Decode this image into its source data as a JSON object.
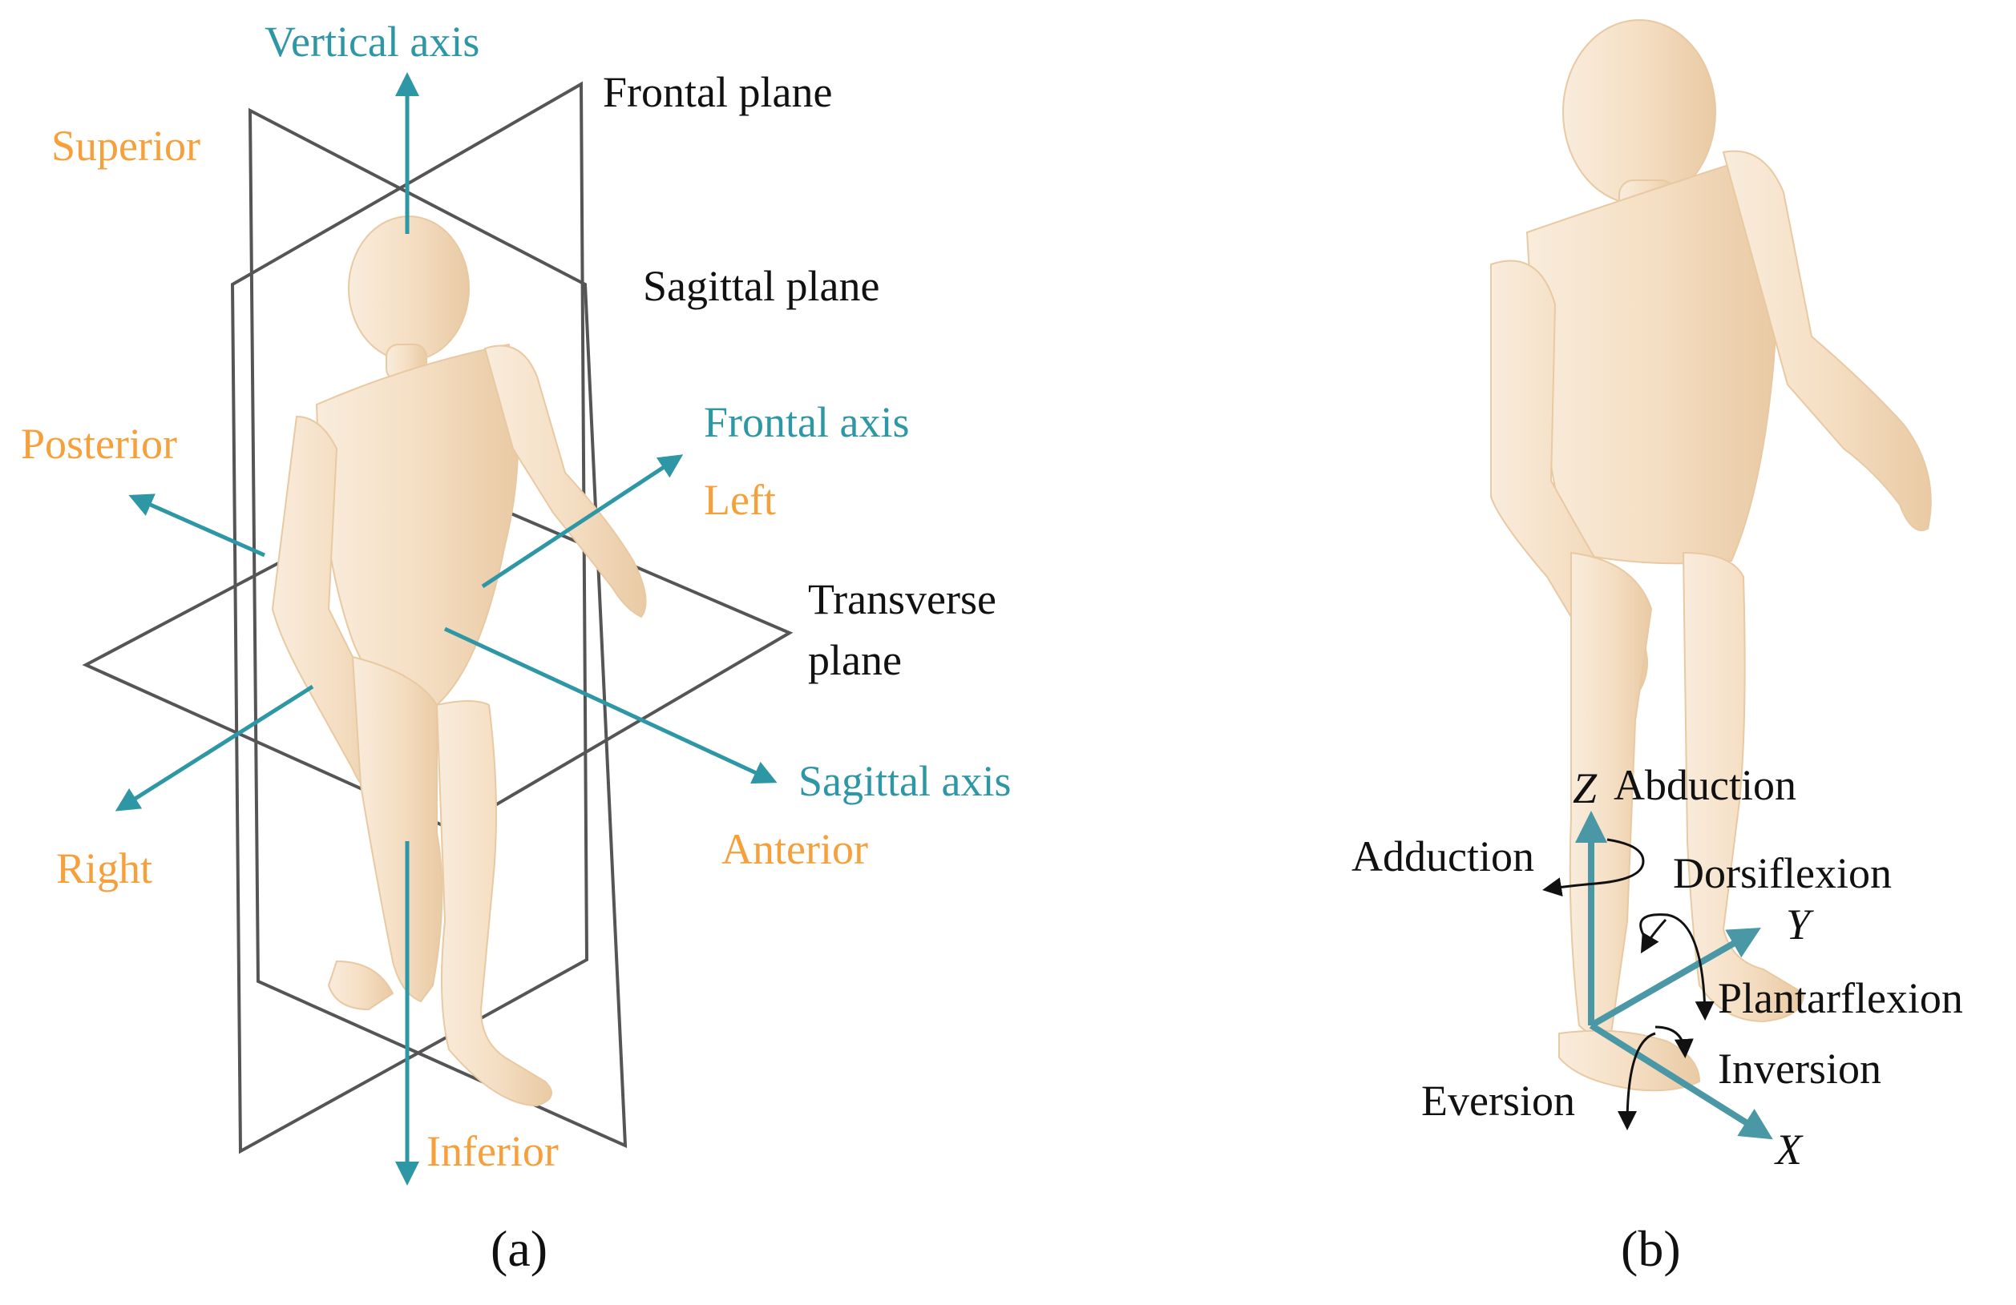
{
  "colors": {
    "axis_teal": "#2e97a6",
    "direction_orange": "#f6a03c",
    "plane_gray": "#555555",
    "body_skin": "#f6e3cc",
    "motion_arrow": "#111111"
  },
  "panel_a": {
    "caption": "(a)",
    "axes": {
      "vertical": "Vertical axis",
      "frontal": "Frontal axis",
      "sagittal": "Sagittal axis"
    },
    "planes": {
      "frontal": "Frontal plane",
      "sagittal": "Sagittal plane",
      "transverse_line1": "Transverse",
      "transverse_line2": "plane"
    },
    "directions": {
      "superior": "Superior",
      "inferior": "Inferior",
      "posterior": "Posterior",
      "anterior": "Anterior",
      "left": "Left",
      "right": "Right"
    }
  },
  "panel_b": {
    "caption": "(b)",
    "axes": {
      "x": "X",
      "y": "Y",
      "z": "Z"
    },
    "motions": {
      "abduction": "Abduction",
      "adduction": "Adduction",
      "dorsiflexion": "Dorsiflexion",
      "plantarflexion": "Plantarflexion",
      "inversion": "Inversion",
      "eversion": "Eversion"
    }
  }
}
